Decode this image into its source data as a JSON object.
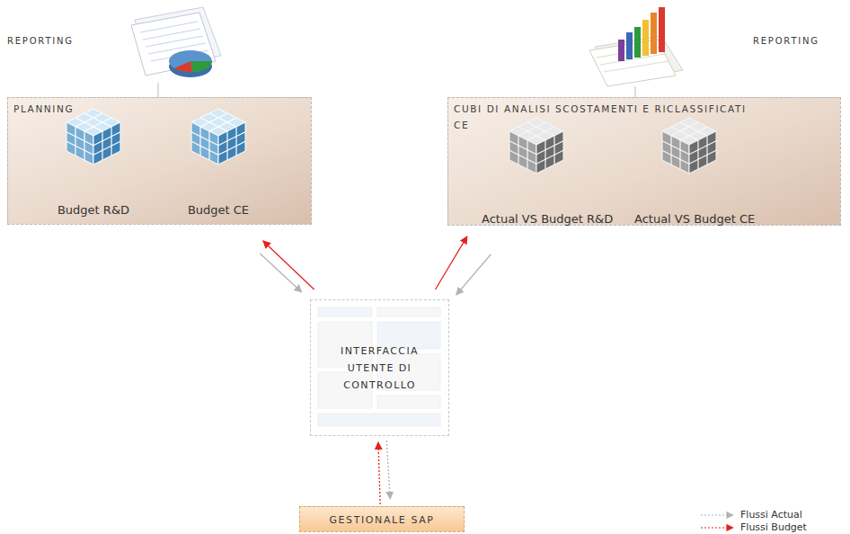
{
  "diagram": {
    "nodes": [
      {
        "text": [
          "PLANNING"
        ]
      },
      {
        "text": [
          "Budget R&D"
        ],
        "in": 0
      },
      {
        "text": [
          "Budget CE"
        ],
        "in": 0
      },
      {
        "text": [
          "CUBI DI ANALISI SCOSTAMENTI E RICLASSIFICATI CE"
        ]
      },
      {
        "text": [
          "Actual VS Budget R&D"
        ],
        "in": 3
      },
      {
        "text": [
          "Actual VS Budget CE"
        ],
        "in": 3
      },
      {
        "text": [
          "INTERFACCIA UTENTE DI CONTROLLO"
        ]
      },
      {
        "text": [
          "GESTIONALE SAP"
        ]
      }
    ],
    "edges": [
      {
        "from": 6,
        "to": 0,
        "arrow": "to"
      },
      {
        "from": 0,
        "to": 6,
        "arrow": "to"
      },
      {
        "from": 6,
        "to": 3,
        "arrow": "to"
      },
      {
        "from": 3,
        "to": 6,
        "arrow": "to"
      },
      {
        "from": 7,
        "to": 6,
        "arrow": "to"
      },
      {
        "from": 6,
        "to": 7,
        "arrow": "to"
      }
    ],
    "labels": [
      "REPORTING",
      "REPORTING"
    ],
    "legend": [
      {
        "text": "Flussi Actual"
      },
      {
        "text": "Flussi Budget"
      }
    ]
  }
}
